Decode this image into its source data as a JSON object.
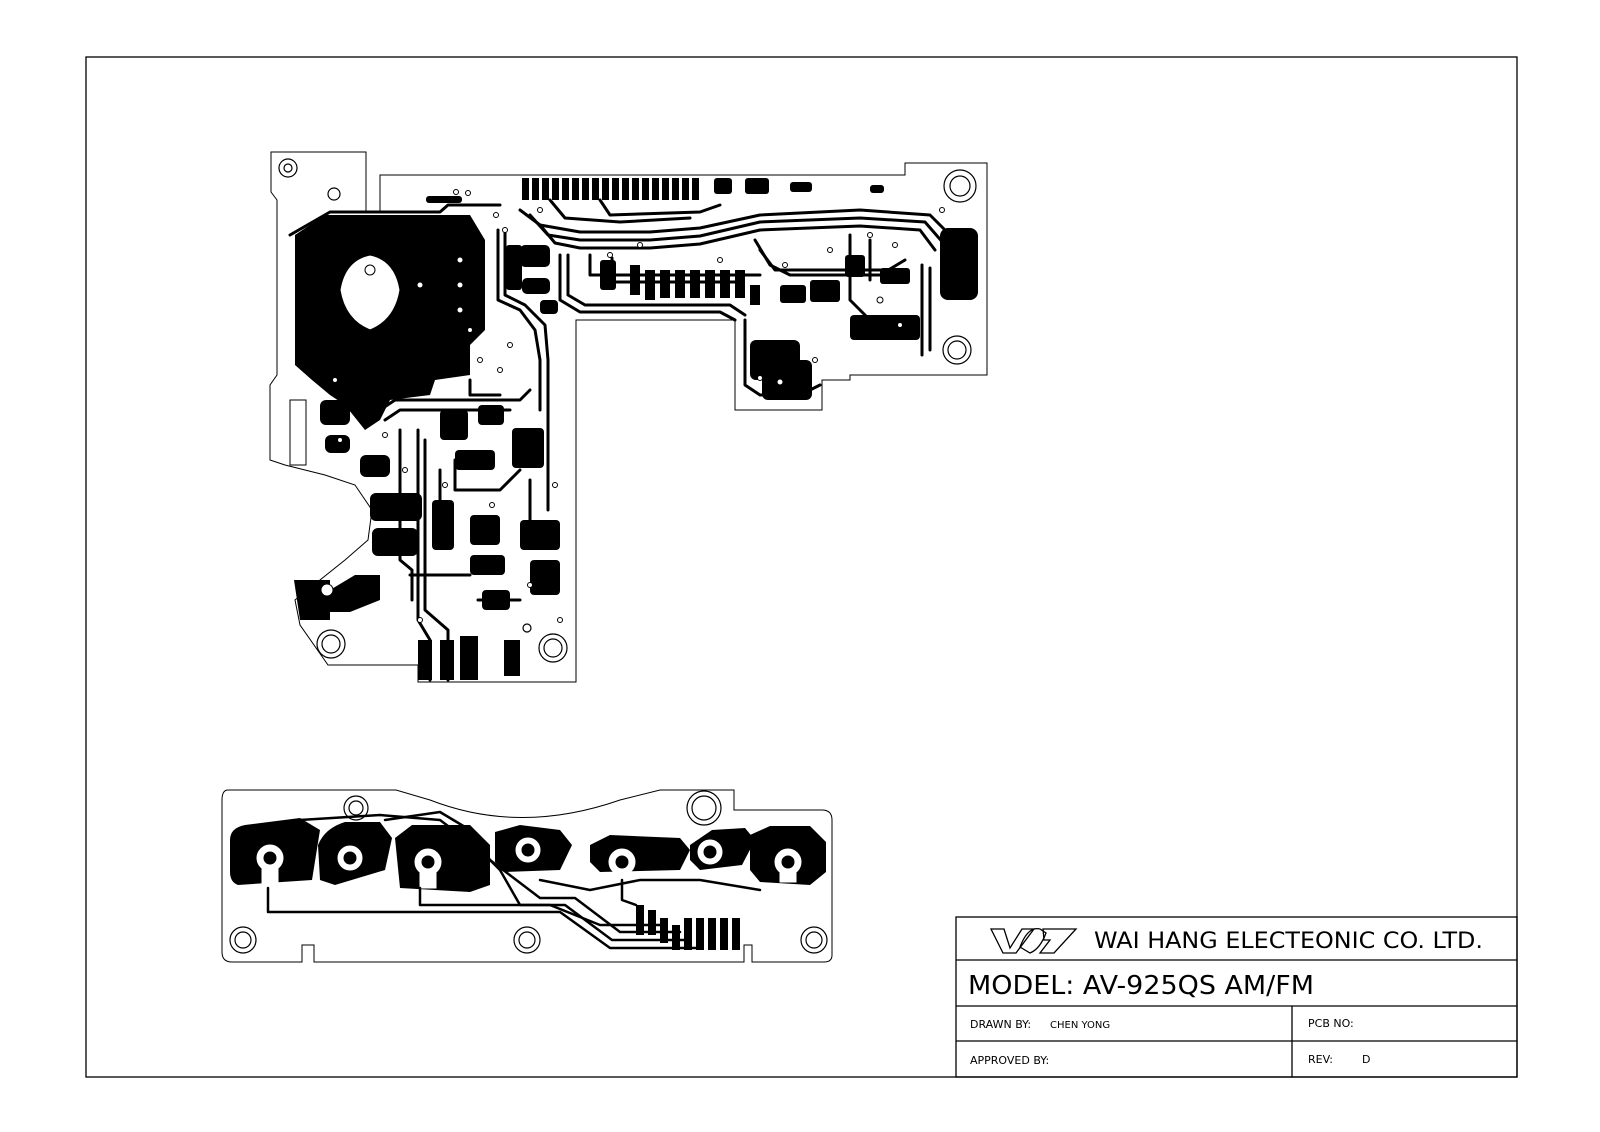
{
  "title_block": {
    "company": "WAI HANG ELECTEONIC CO. LTD.",
    "model": "MODEL: AV-925QS AM/FM",
    "drawn_by_label": "DRAWN BY:",
    "drawn_by_value": "CHEN YONG",
    "pcb_no_label": "PCB NO:",
    "approved_by_label": "APPROVED BY:",
    "rev_label": "REV:",
    "rev_value": "D"
  }
}
